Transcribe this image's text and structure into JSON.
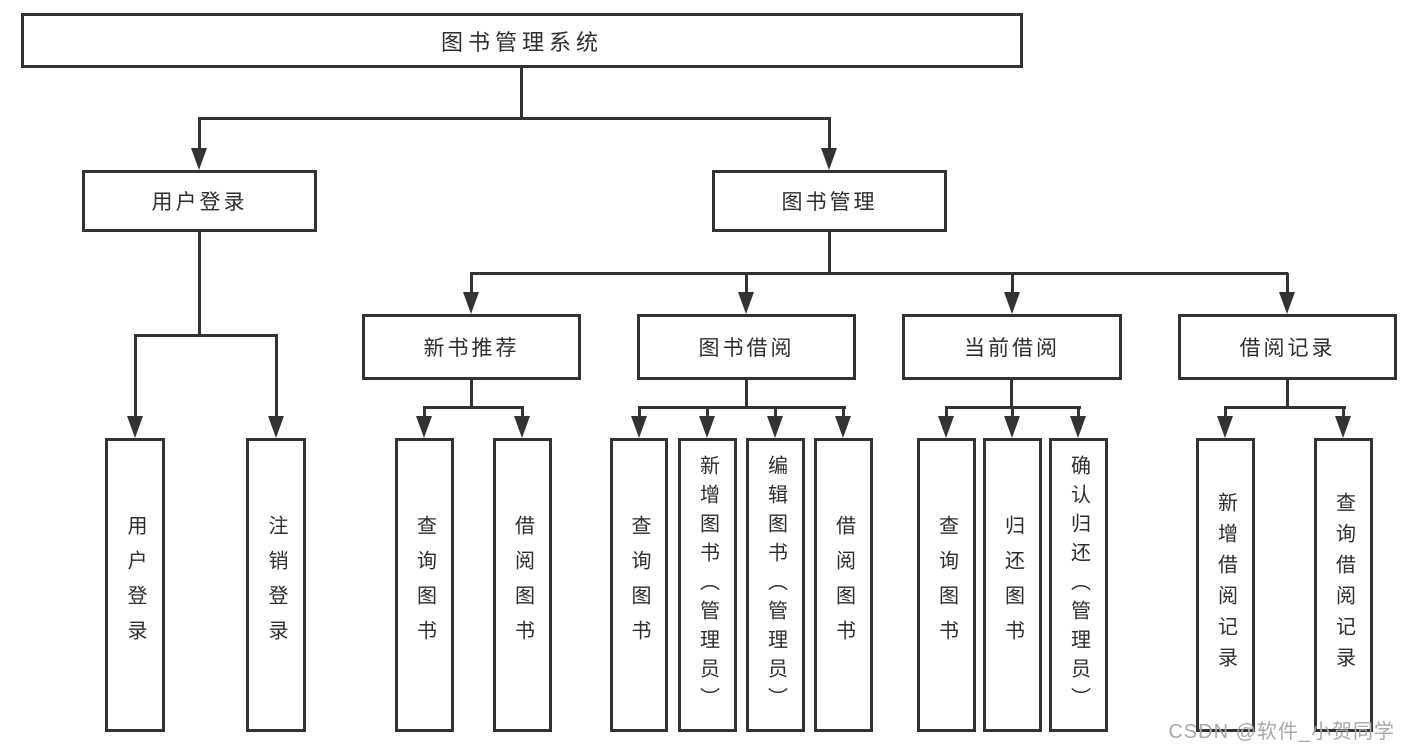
{
  "diagram": {
    "root": {
      "label": "图书管理系统"
    },
    "branches": [
      {
        "label": "用户登录",
        "children": [
          {
            "label": "用户登录"
          },
          {
            "label": "注销登录"
          }
        ]
      },
      {
        "label": "图书管理",
        "sections": [
          {
            "label": "新书推荐",
            "children": [
              {
                "label": "查询图书"
              },
              {
                "label": "借阅图书"
              }
            ]
          },
          {
            "label": "图书借阅",
            "children": [
              {
                "label": "查询图书"
              },
              {
                "label": "新增图书（管理员）"
              },
              {
                "label": "编辑图书（管理员）"
              },
              {
                "label": "借阅图书"
              }
            ]
          },
          {
            "label": "当前借阅",
            "children": [
              {
                "label": "查询图书"
              },
              {
                "label": "归还图书"
              },
              {
                "label": "确认归还（管理员）"
              }
            ]
          },
          {
            "label": "借阅记录",
            "children": [
              {
                "label": "新增借阅记录"
              },
              {
                "label": "查询借阅记录"
              }
            ]
          }
        ]
      }
    ]
  },
  "watermark": {
    "text": "CSDN @软件_小贺同学"
  },
  "colors": {
    "line": "#333333",
    "text": "#2d2d2d",
    "background": "#ffffff",
    "watermark": "#a8a8a8"
  }
}
